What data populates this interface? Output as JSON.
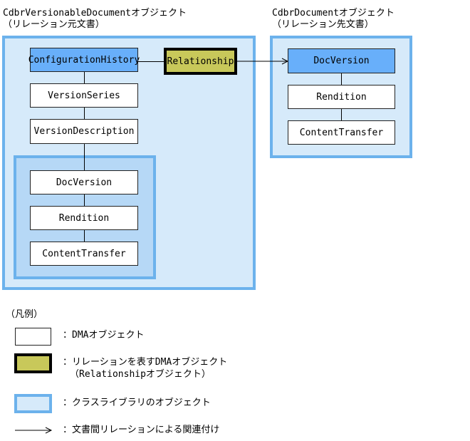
{
  "left_group": {
    "title": "CdbrVersionableDocumentオブジェクト",
    "subtitle": "（リレーション元文書）",
    "nodes": {
      "configuration_history": "ConfigurationHistory",
      "version_series": "VersionSeries",
      "version_description": "VersionDescription",
      "doc_version": "DocVersion",
      "rendition": "Rendition",
      "content_transfer": "ContentTransfer"
    }
  },
  "relationship_node": "Relationship",
  "right_group": {
    "title": "CdbrDocumentオブジェクト",
    "subtitle": "（リレーション先文書）",
    "nodes": {
      "doc_version": "DocVersion",
      "rendition": "Rendition",
      "content_transfer": "ContentTransfer"
    }
  },
  "legend": {
    "title": "（凡例）",
    "dma_object": "：DMAオブジェクト",
    "relationship_object_line1": "：リレーションを表すDMAオブジェクト",
    "relationship_object_line2": "（Relationshipオブジェクト）",
    "class_library_object": "：クラスライブラリのオブジェクト",
    "arrow_meaning": "：文書間リレーションによる関連付け"
  },
  "colors": {
    "panel_border": "#6cb2ec",
    "panel_fill": "#d6eafa",
    "inner_panel_fill": "#b6d8f6",
    "highlight_node": "#68affa",
    "relationship_fill": "#c8c85a"
  }
}
